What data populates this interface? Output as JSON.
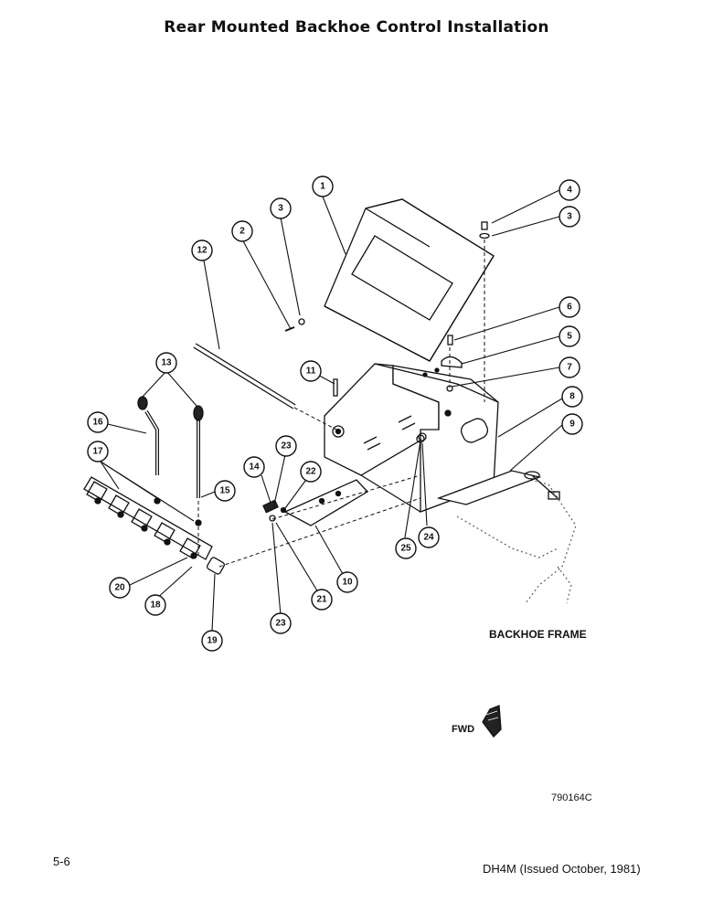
{
  "title": "Rear Mounted Backhoe Control Installation",
  "callouts": [
    {
      "n": "1"
    },
    {
      "n": "2"
    },
    {
      "n": "3"
    },
    {
      "n": "4"
    },
    {
      "n": "3"
    },
    {
      "n": "6"
    },
    {
      "n": "5"
    },
    {
      "n": "7"
    },
    {
      "n": "8"
    },
    {
      "n": "9"
    },
    {
      "n": "11"
    },
    {
      "n": "12"
    },
    {
      "n": "13"
    },
    {
      "n": "16"
    },
    {
      "n": "17"
    },
    {
      "n": "15"
    },
    {
      "n": "14"
    },
    {
      "n": "23"
    },
    {
      "n": "22"
    },
    {
      "n": "24"
    },
    {
      "n": "25"
    },
    {
      "n": "20"
    },
    {
      "n": "18"
    },
    {
      "n": "19"
    },
    {
      "n": "21"
    },
    {
      "n": "10"
    },
    {
      "n": "23"
    }
  ],
  "frame_label": "BACKHOE FRAME",
  "fwd_label": "FWD",
  "drawing_number": "790164C",
  "page_number": "5-6",
  "doc_reference": "DH4M (Issued October, 1981)"
}
